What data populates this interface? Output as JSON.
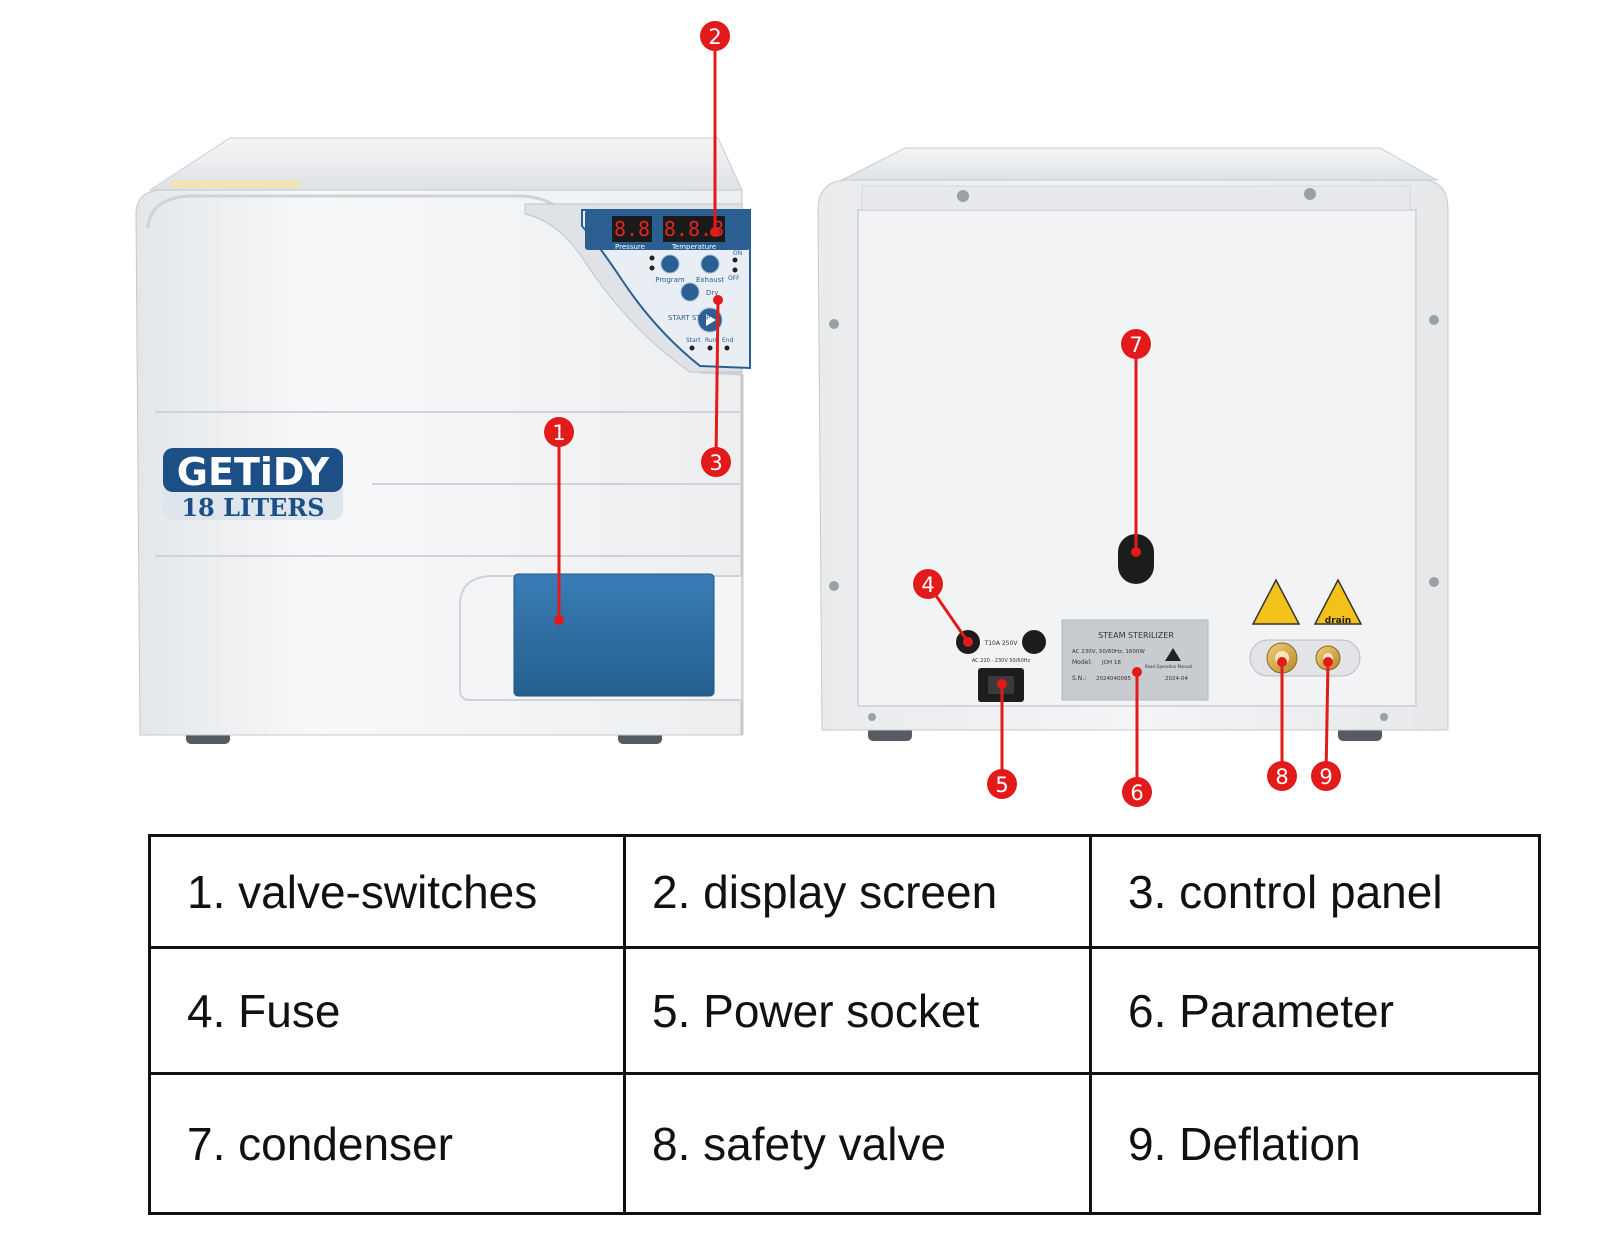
{
  "colors": {
    "marker_red": "#e21a1a",
    "device_white": "#eef0f2",
    "tray_blue": "#2a6aa3",
    "brand_blue": "#1b4f86"
  },
  "front_device": {
    "brand": "GETiDY",
    "capacity": "18 LITERS",
    "panel": {
      "pressure_label": "Pressure",
      "temperature_label": "Temperature",
      "program_label": "Program",
      "exhaust_label": "Exhaust",
      "dry_label": "Dry",
      "start_stop_label": "START STOP",
      "on_label": "ON",
      "off_label": "OFF",
      "start_label": "Start",
      "run_label": "Run",
      "end_label": "End"
    }
  },
  "back_device": {
    "plate_title": "STEAM STERILIZER",
    "plate_rating": "AC 230V, 50/60Hz, 1600W",
    "model_label": "Model:",
    "model_value": "JOH 18",
    "sn_label": "S.N.:",
    "sn_value": "2024040095",
    "date_value": "2024-04",
    "plate_note": "Read Operation Manual",
    "drain_label": "drain",
    "fuse_label": "T10A 250V",
    "socket_label": "AC 220 - 230V 50/60Hz"
  },
  "markers": [
    "1",
    "2",
    "3",
    "4",
    "5",
    "6",
    "7",
    "8",
    "9"
  ],
  "legend": [
    [
      "1. valve-switches",
      "2. display screen",
      "3. control panel"
    ],
    [
      "4. Fuse",
      "5. Power socket",
      "6. Parameter"
    ],
    [
      "7. condenser",
      "8. safety valve",
      "9. Deflation"
    ]
  ]
}
